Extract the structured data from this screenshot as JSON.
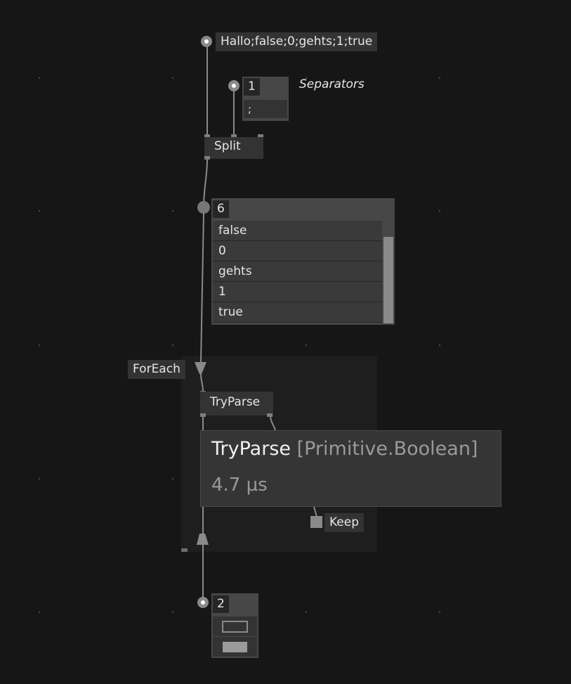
{
  "input_string": "Hallo;false;0;gehts;1;true",
  "separators": {
    "count": "1",
    "value": ";",
    "title": "Separators"
  },
  "split_node": {
    "label": "Split"
  },
  "split_output": {
    "count": "6",
    "items": [
      "false",
      "0",
      "gehts",
      "1",
      "true"
    ]
  },
  "foreach_region": {
    "label": "ForEach"
  },
  "tryparse_node": {
    "label": "TryParse"
  },
  "tooltip": {
    "name": "TryParse",
    "category": "[Primitive.Boolean]",
    "timing": "4.7 µs"
  },
  "keep_pin": {
    "label": "Keep"
  },
  "result_output": {
    "count": "2",
    "values": [
      false,
      true
    ]
  }
}
